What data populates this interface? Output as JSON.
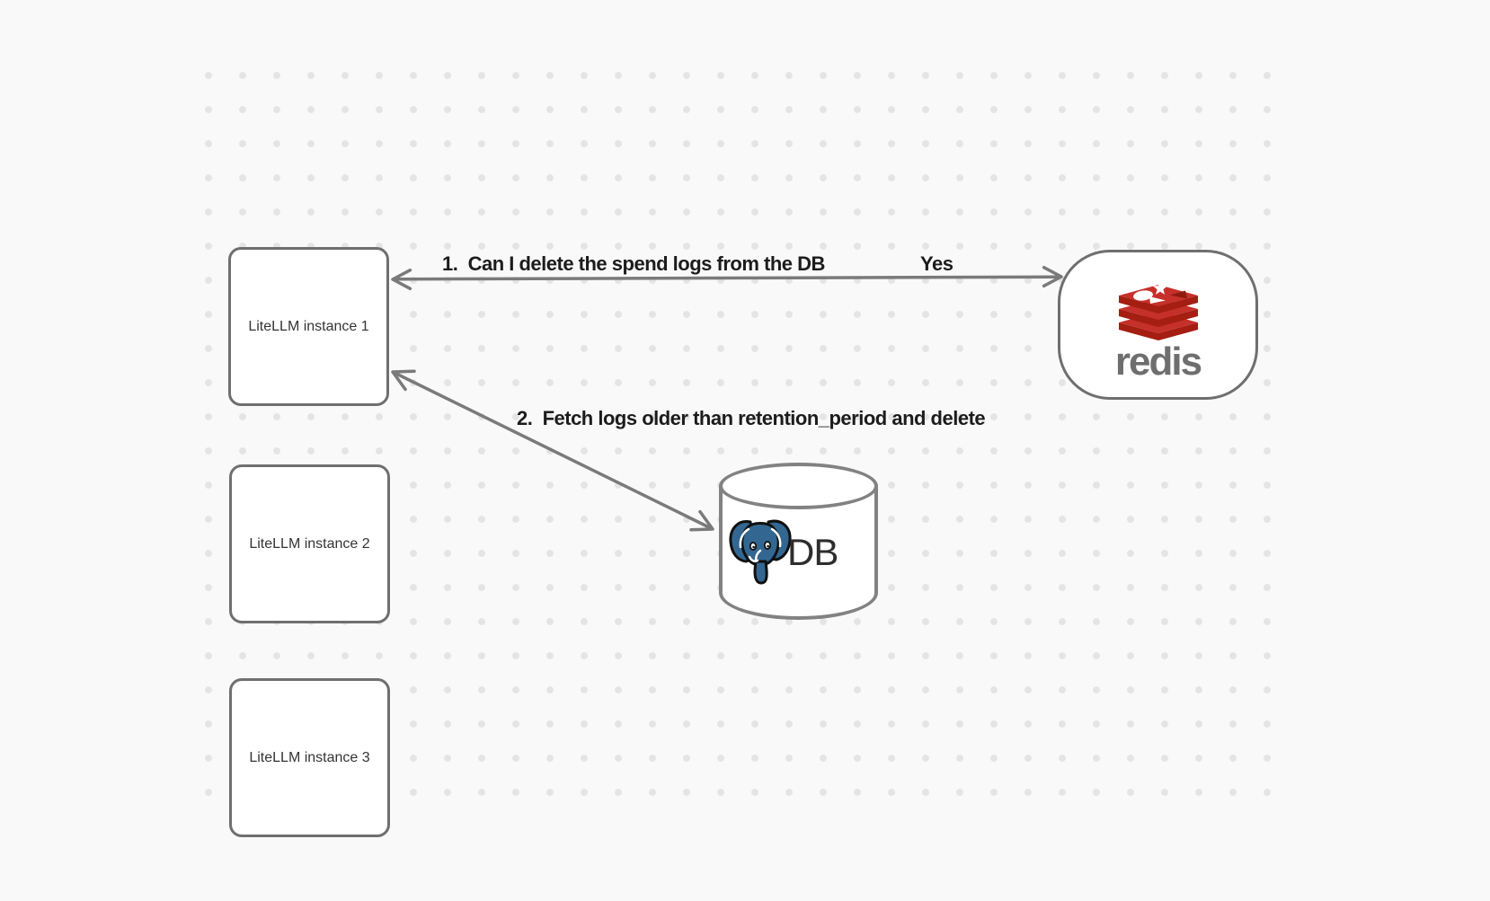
{
  "colors": {
    "bg": "#f9f9f9",
    "dot": "#e4e4e4",
    "shape_border": "#6f6f6f",
    "cyl_border": "#828282",
    "arrow_gray": "#7a7a7a",
    "label_color": "#1c1c1c",
    "redis_red": "#c6302b",
    "redis_dark_red": "#a41e11",
    "redis_notch": "#8e1a10",
    "redis_gray": "#6e6e6e",
    "postgres_blue": "#336791"
  },
  "nodes": {
    "instances": [
      {
        "label": "LiteLLM instance 1"
      },
      {
        "label": "LiteLLM instance 2"
      },
      {
        "label": "LiteLLM instance 3"
      }
    ],
    "redis": {
      "wordmark": "redis",
      "icon": "redis-logo"
    },
    "db": {
      "label": "DB",
      "icon": "postgresql-elephant-logo"
    }
  },
  "arrows": [
    {
      "label": "1.  Can I delete the spend logs from the DB",
      "response": "Yes",
      "from": "redis",
      "to": "LiteLLM instance 1",
      "bidirectional": true
    },
    {
      "label": "2.  Fetch logs older than retention_period and delete",
      "from": "LiteLLM instance 1",
      "to": "DB",
      "bidirectional": true
    }
  ]
}
